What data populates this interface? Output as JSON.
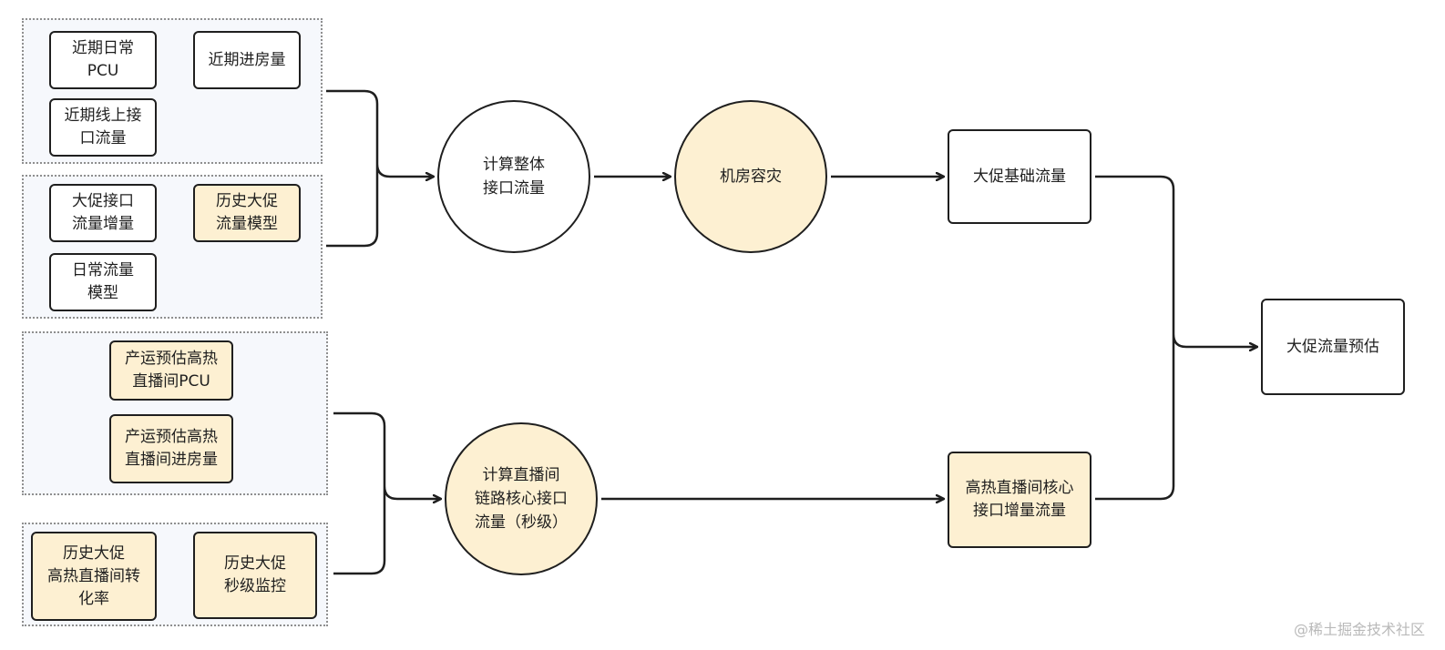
{
  "colors": {
    "highlight": "#fdf0d2",
    "group_bg": "#f6f8fc",
    "stroke": "#1f1f1f"
  },
  "nodes": {
    "recent_daily_pcu": "近期日常\nPCU",
    "recent_room_entries": "近期进房量",
    "recent_online_api_traffic": "近期线上接\n口流量",
    "promo_api_traffic_increment": "大促接口\n流量增量",
    "historical_promo_traffic_model": "历史大促\n流量模型",
    "daily_traffic_model": "日常流量\n模型",
    "ops_hot_stream_pcu": "产运预估高热\n直播间PCU",
    "ops_hot_stream_room_entries": "产运预估高热\n直播间进房量",
    "historical_hot_stream_conversion": "历史大促\n高热直播间转\n化率",
    "historical_second_level_monitoring": "历史大促\n秒级监控",
    "compute_overall_api_traffic": "计算整体\n接口流量",
    "datacenter_disaster_recovery": "机房容灾",
    "compute_stream_core_api_traffic": "计算直播间\n链路核心接口\n流量（秒级）",
    "promo_base_traffic": "大促基础流量",
    "hot_stream_core_api_increment": "高热直播间核心\n接口增量流量",
    "promo_traffic_estimate": "大促流量预估"
  },
  "watermark": "@稀土掘金技术社区"
}
